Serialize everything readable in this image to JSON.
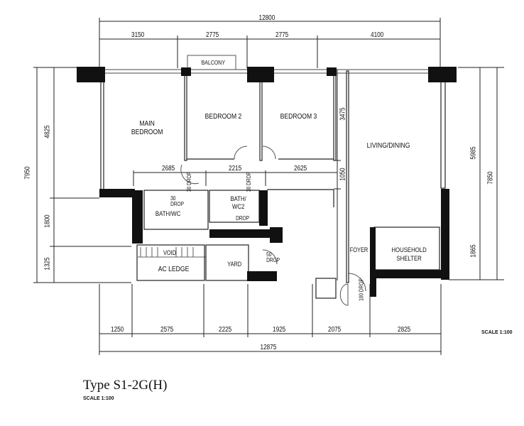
{
  "title": "Type S1-2G(H)",
  "scale_labels": {
    "under_title": "SCALE 1:100",
    "right": "SCALE 1:100"
  },
  "rooms": {
    "main_bedroom": "MAIN\nBEDROOM",
    "main_bedroom_line1": "MAIN",
    "main_bedroom_line2": "BEDROOM",
    "bedroom2": "BEDROOM 2",
    "bedroom3": "BEDROOM 3",
    "living_dining": "LIVING/DINING",
    "balcony": "BALCONY",
    "bath_wc": "BATH/WC",
    "bath_wc2_line1": "BATH/",
    "bath_wc2_line2": "WC2",
    "void": "VOID",
    "ac_ledge": "AC LEDGE",
    "yard": "YARD",
    "foyer": "FOYER",
    "household_shelter_line1": "HOUSEHOLD",
    "household_shelter_line2": "SHELTER"
  },
  "drop_labels": {
    "d30": "30",
    "d50": "50",
    "d100": "100",
    "drop": "DROP"
  },
  "dimensions": {
    "top_total": "12800",
    "top_segments": [
      "3150",
      "2775",
      "2775",
      "4100"
    ],
    "left_total": "7950",
    "left_segments": [
      "4825",
      "1800",
      "1325"
    ],
    "right_total": "7850",
    "right_segments": [
      "5985",
      "1865"
    ],
    "inner_horizontal": [
      "2685",
      "2215",
      "2625"
    ],
    "inner_vertical": [
      "3475",
      "1050"
    ],
    "bottom_segments": [
      "1250",
      "2575",
      "2225",
      "1925",
      "2075",
      "2825"
    ],
    "bottom_total": "12875"
  },
  "colors": {
    "wall": "#111111",
    "line": "#222222",
    "background": "#ffffff"
  }
}
